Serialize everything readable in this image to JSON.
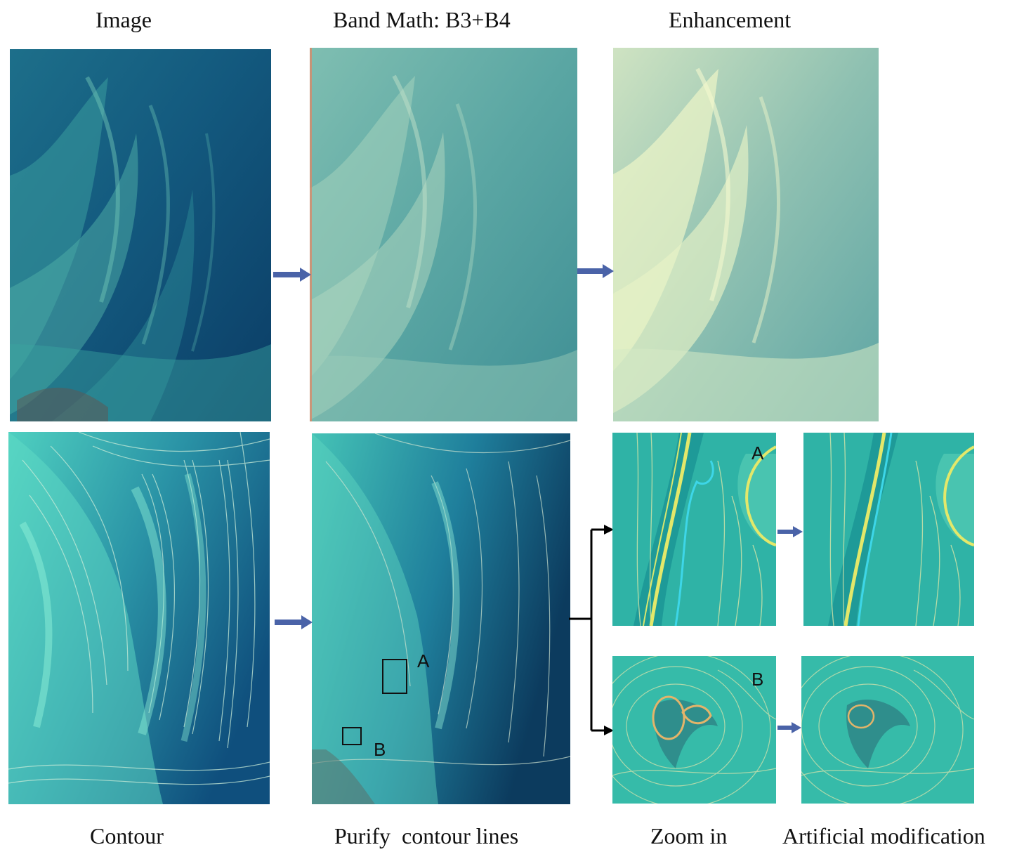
{
  "labels": {
    "image": "Image",
    "band_math": "Band Math: B3+B4",
    "enhancement": "Enhancement",
    "contour": "Contour",
    "purify": "Purify  contour lines",
    "zoom_in": "Zoom in",
    "artificial": "Artificial modification"
  },
  "markers": {
    "a": "A",
    "b": "B"
  },
  "colors": {
    "arrow_blue": "#4a63a8",
    "arrow_black": "#000000",
    "deep_blue": "#0d3f6b",
    "teal": "#3fb2b0",
    "pale_teal": "#8fc3b8",
    "cream": "#e8f2c6",
    "contour_line": "#c9d9b0",
    "highlight_yellow": "#e3e86a",
    "highlight_cyan": "#3dd6e8",
    "highlight_orange": "#e3b46a"
  }
}
